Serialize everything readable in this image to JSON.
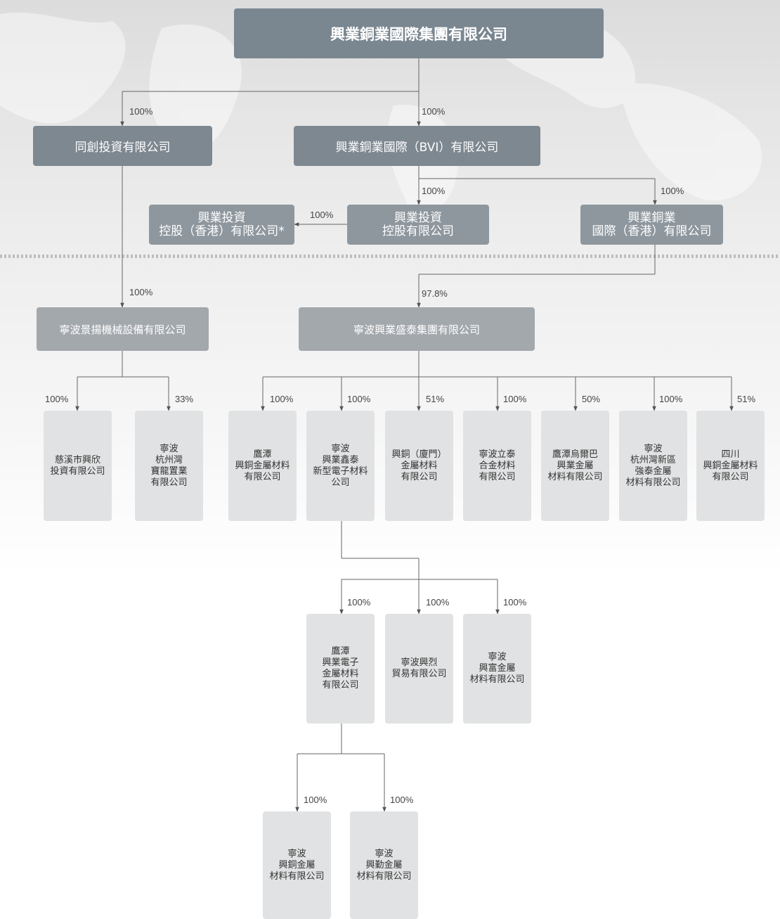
{
  "root": {
    "name": "興業銅業國際集團有限公司"
  },
  "level1": {
    "tongchuang": {
      "name": "同創投資有限公司",
      "pct": "100%"
    },
    "bvi": {
      "name": "興業銅業國際（BVI）有限公司",
      "pct": "100%"
    }
  },
  "level2": {
    "hk_holding": {
      "name": "興業投資\n控股（香港）有限公司*",
      "pct": "100%"
    },
    "holding": {
      "name": "興業投資\n控股有限公司",
      "pct": "100%"
    },
    "hk_intl": {
      "name": "興業銅業\n國際（香港）有限公司",
      "pct": "100%"
    }
  },
  "level3": {
    "jingyang": {
      "name": "寧波景揚機械設備有限公司",
      "pct": "100%"
    },
    "shengtai": {
      "name": "寧波興業盛泰集團有限公司",
      "pct": "97.8%"
    }
  },
  "level4": [
    {
      "name": "慈溪市興欣\n投資有限公司",
      "pct": "100%"
    },
    {
      "name": "寧波\n杭州灣\n寶龍置業\n有限公司",
      "pct": "33%"
    },
    {
      "name": "鷹潭\n興銅金屬材料\n有限公司",
      "pct": "100%"
    },
    {
      "name": "寧波\n興業鑫泰\n新型電子材料\n公司",
      "pct": "100%"
    },
    {
      "name": "興銅（廈門）\n金屬材料\n有限公司",
      "pct": "51%"
    },
    {
      "name": "寧波立泰\n合金材料\n有限公司",
      "pct": "100%"
    },
    {
      "name": "鷹潭烏爾巴\n興業金屬\n材料有限公司",
      "pct": "50%"
    },
    {
      "name": "寧波\n杭州灣新區\n強泰金屬\n材料有限公司",
      "pct": "100%"
    },
    {
      "name": "四川\n興銅金屬材料\n有限公司",
      "pct": "51%"
    }
  ],
  "level5": [
    {
      "name": "鷹潭\n興業電子\n金屬材料\n有限公司",
      "pct": "100%"
    },
    {
      "name": "寧波興烈\n貿易有限公司",
      "pct": "100%"
    },
    {
      "name": "寧波\n興富金屬\n材料有限公司",
      "pct": "100%"
    }
  ],
  "level6": [
    {
      "name": "寧波\n興銅金屬\n材料有限公司",
      "pct": "100%"
    },
    {
      "name": "寧波\n興勤金屬\n材料有限公司",
      "pct": "100%"
    }
  ]
}
